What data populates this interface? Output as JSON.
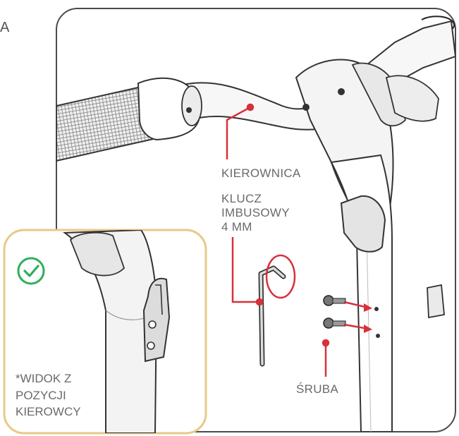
{
  "corner_letter": "A",
  "labels": {
    "handlebar": "KIEROWNICA",
    "key_line1": "KLUCZ",
    "key_line2": "IMBUSOWY",
    "key_line3": "4 MM",
    "screw": "ŚRUBA"
  },
  "inset": {
    "line1": "*WIDOK Z",
    "line2": "POZYCJI",
    "line3": "KIEROWCY",
    "check_icon": "check-circle-icon"
  },
  "colors": {
    "accent_red": "#d9303a",
    "check_green": "#2fae5a",
    "inset_border": "#e8c987",
    "frame": "#4a4a4a"
  }
}
